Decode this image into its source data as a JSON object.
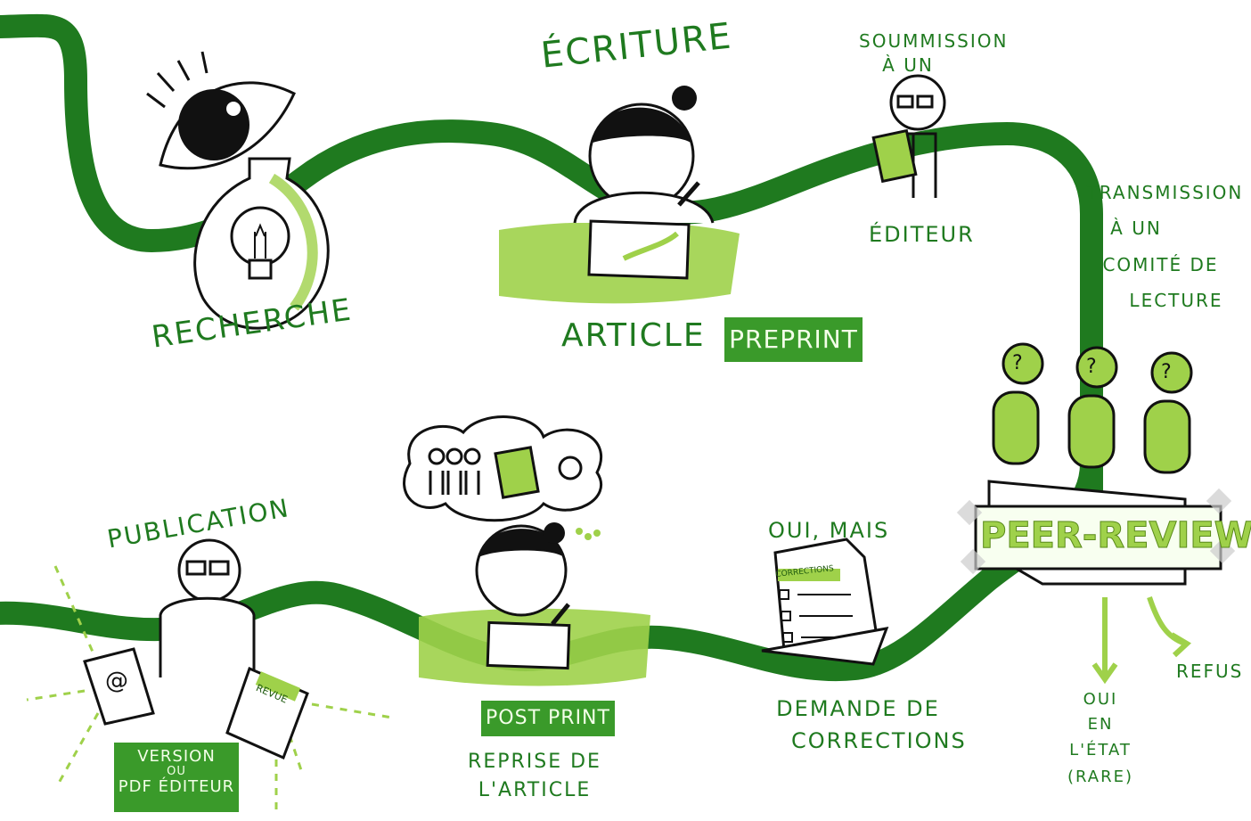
{
  "colors": {
    "path": "#1f7a1f",
    "dark_green": "#1f7a1f",
    "light_green": "#9fd14a",
    "tag_green": "#3a9a2a",
    "ink": "#111111"
  },
  "steps": {
    "recherche": "RECHERCHE",
    "ecriture": "ÉCRITURE",
    "article": "ARTICLE",
    "preprint": "PREPRINT",
    "soumission_line1": "SOUMMISSION",
    "soumission_line2": "À UN",
    "editeur": "ÉDITEUR",
    "transmission_line1": "TRANSMISSION",
    "transmission_line2": "À UN",
    "transmission_line3": "COMITÉ DE",
    "transmission_line4": "LECTURE",
    "peer_review": "PEER-REVIEW",
    "refus": "REFUS",
    "oui_etat_line1": "OUI",
    "oui_etat_line2": "EN",
    "oui_etat_line3": "L'ÉTAT",
    "oui_etat_line4": "(RARE)",
    "oui_mais": "OUI, MAIS",
    "corrections_doc": "CORRECTIONS",
    "demande_line1": "DEMANDE DE",
    "demande_line2": "CORRECTIONS",
    "post_print": "POST PRINT",
    "reprise_line1": "REPRISE DE",
    "reprise_line2": "L'ARTICLE",
    "publication": "PUBLICATION",
    "version_line1": "VERSION",
    "version_line2": "OU",
    "version_line3": "PDF ÉDITEUR",
    "revue": "REVUE",
    "at_sign": "@",
    "question": "?"
  },
  "icons": [
    "eye-icon",
    "lightbulb-icon",
    "writer-icon",
    "editor-icon",
    "reviewer-icon",
    "document-icon",
    "journal-icon",
    "thought-bubble-icon",
    "arrow-icon"
  ]
}
